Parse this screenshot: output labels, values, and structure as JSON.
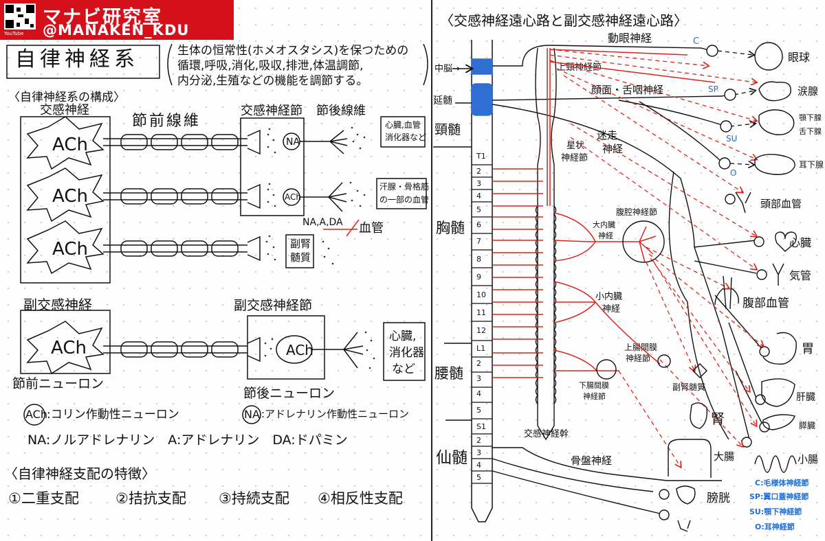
{
  "brand": {
    "title": "マナビ研究室",
    "handle": "@MANAKEN_KDU",
    "youtube": "YouTube"
  },
  "left": {
    "title": "自律神経系",
    "description_lines": [
      "生体の恒常性(ホメオスタシス)を保つための",
      "循環,呼吸,消化,吸収,排泄,体温調節,",
      "内分泌,生殖などの機能を調節する。"
    ],
    "composition_heading": "〈自律神経系の構成〉",
    "sympathetic_label": "交感神経",
    "preganglionic_fiber": "節前線維",
    "sympathetic_ganglion": "交感神経節",
    "postganglionic_fiber": "節後線維",
    "ach": "ACh",
    "na": "NA",
    "target1": [
      "心臓,血管",
      "消化器など"
    ],
    "target2": [
      "汗腺・骨格筋",
      "の一部の血管"
    ],
    "target3": [
      "副腎",
      "髄質"
    ],
    "na_a_da": "NA,A,DA",
    "blood_vessel": "血管",
    "parasympathetic_label": "副交感神経",
    "parasympathetic_ganglion": "副交感神経節",
    "target4": [
      "心臓,",
      "消化器",
      "など"
    ],
    "preganglionic_neuron": "節前ニューロン",
    "postganglionic_neuron": "節後ニューロン",
    "legend_ach": "ACh",
    "legend_ach_text": ":コリン作動性ニューロン",
    "legend_na": "NA",
    "legend_na_text": ":アドレナリン作動性ニューロン",
    "abbrev_line": "NA:ノルアドレナリン　A:アドレナリン　DA:ドパミン",
    "features_heading": "〈自律神経支配の特徴〉",
    "features": [
      "①二重支配",
      "②拮抗支配",
      "③持続支配",
      "④相反性支配"
    ]
  },
  "right": {
    "title": "〈交感神経遠心路と副交感神経遠心路〉",
    "midbrain": "中脳→",
    "medulla": "延髄",
    "cervical": "頸髄",
    "thoracic": "胸髄",
    "lumbar": "腰髄",
    "sacral": "仙髄",
    "segments_T": [
      "T1",
      "2",
      "3",
      "4",
      "5",
      "6",
      "7",
      "8",
      "9",
      "10",
      "11",
      "12"
    ],
    "segments_L": [
      "L1",
      "2",
      "3",
      "4",
      "5"
    ],
    "segments_S": [
      "S1",
      "2",
      "3",
      "4",
      "5"
    ],
    "oculomotor": "動眼神経",
    "superior_cervical": "上頸神経節",
    "facial_glosso": "顔面・舌咽神経",
    "vagus": [
      "迷走",
      "神経"
    ],
    "stellate": [
      "星状",
      "神経節"
    ],
    "celiac": "腹腔神経節",
    "greater_splanchnic": [
      "大内臓",
      "神経"
    ],
    "lesser_splanchnic": [
      "小内臓",
      "神経"
    ],
    "sup_mesenteric": [
      "上腸間膜",
      "神経節"
    ],
    "inf_mesenteric": [
      "下腸間膜",
      "神経節"
    ],
    "sympathetic_trunk": "交感神経幹",
    "pelvic": "骨盤神経",
    "ganglion_c": "C",
    "ganglion_sp": "SP",
    "ganglion_su": "SU",
    "ganglion_o": "O",
    "organs": {
      "eye": "眼球",
      "lacrimal": "涙腺",
      "submandibular": [
        "顎下腺",
        "舌下腺"
      ],
      "parotid": "耳下腺",
      "head_vessels": "頭部血管",
      "heart": "心臓",
      "trachea": "気管",
      "abdominal_vessels": "腹部血管",
      "stomach": "胃",
      "liver": "肝臓",
      "pancreas": "膵臓",
      "adrenal_medulla": "副腎髄質",
      "kidney": "腎",
      "large_intestine": "大腸",
      "small_intestine": "小腸",
      "bladder": "膀胱"
    },
    "key": [
      "C:毛様体神経節",
      "SP:翼口蓋神経節",
      "SU:顎下神経節",
      "O:耳神経節"
    ]
  },
  "colors": {
    "red": "#d9251d",
    "blue_label": "#1f6fd6",
    "blue_fill": "#2f6fd4",
    "banner": "#d4101b"
  }
}
